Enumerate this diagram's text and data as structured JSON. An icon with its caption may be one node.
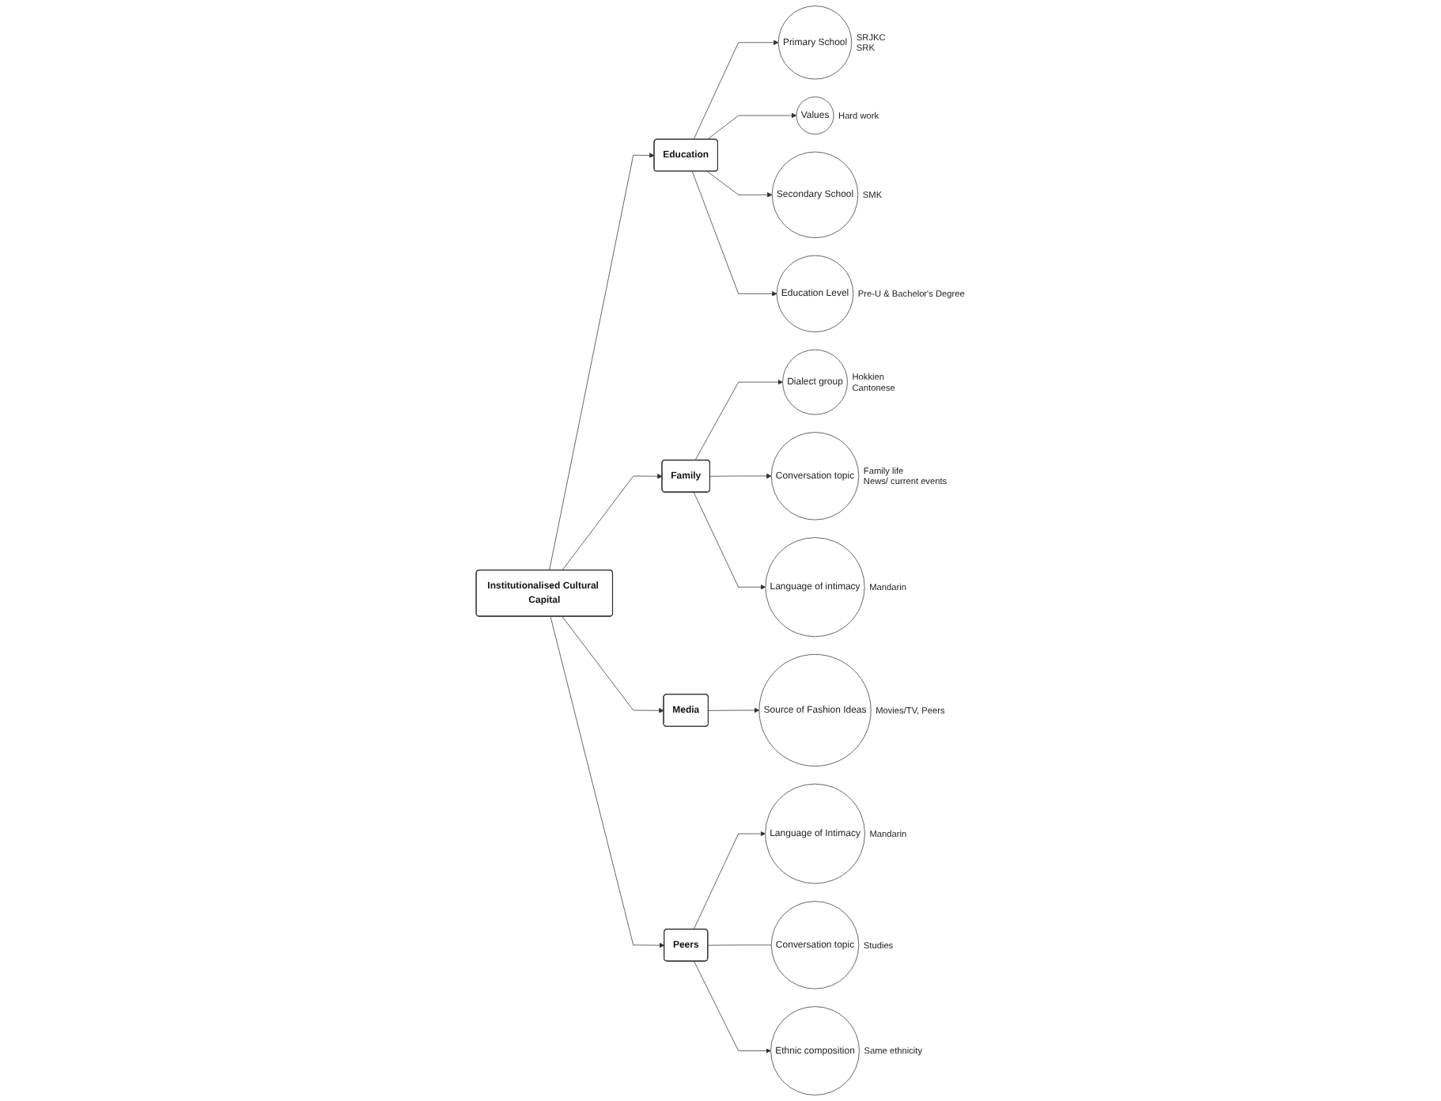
{
  "diagram": {
    "nodes": [
      {
        "text": [
          "Institutionalised Cultural Capital"
        ]
      },
      {
        "text": [
          "Education"
        ]
      },
      {
        "text": [
          "Primary School"
        ],
        "beside": [
          "SRJKC",
          "SRK"
        ]
      },
      {
        "text": [
          "Values"
        ],
        "beside": [
          "Hard work"
        ]
      },
      {
        "text": [
          "Secondary School"
        ],
        "beside": [
          "SMK"
        ]
      },
      {
        "text": [
          "Education Level"
        ],
        "beside": [
          "Pre-U & Bachelor's Degree"
        ]
      },
      {
        "text": [
          "Family"
        ]
      },
      {
        "text": [
          "Dialect group"
        ],
        "beside": [
          "Hokkien",
          "Cantonese"
        ]
      },
      {
        "text": [
          "Conversation topic"
        ],
        "beside": [
          "Family life",
          "News/ current events"
        ]
      },
      {
        "text": [
          "Language of intimacy"
        ],
        "beside": [
          "Mandarin"
        ]
      },
      {
        "text": [
          "Media"
        ]
      },
      {
        "text": [
          "Source of Fashion Ideas"
        ],
        "beside": [
          "Movies/TV, Peers"
        ]
      },
      {
        "text": [
          "Peers"
        ]
      },
      {
        "text": [
          "Language of Intimacy"
        ],
        "beside": [
          "Mandarin"
        ]
      },
      {
        "text": [
          "Conversation topic"
        ],
        "beside": [
          "Studies"
        ]
      },
      {
        "text": [
          "Ethnic composition"
        ],
        "beside": [
          "Same ethnicity"
        ]
      }
    ],
    "edges": [
      {
        "from": 0,
        "to": 1,
        "arrow": "to"
      },
      {
        "from": 1,
        "to": 2,
        "arrow": "to"
      },
      {
        "from": 1,
        "to": 3,
        "arrow": "to"
      },
      {
        "from": 1,
        "to": 4,
        "arrow": "to"
      },
      {
        "from": 1,
        "to": 5,
        "arrow": "to"
      },
      {
        "from": 0,
        "to": 6,
        "arrow": "to"
      },
      {
        "from": 6,
        "to": 7,
        "arrow": "to"
      },
      {
        "from": 6,
        "to": 8,
        "arrow": "to"
      },
      {
        "from": 6,
        "to": 9,
        "arrow": "to"
      },
      {
        "from": 0,
        "to": 10,
        "arrow": "to"
      },
      {
        "from": 10,
        "to": 11,
        "arrow": "to"
      },
      {
        "from": 0,
        "to": 12,
        "arrow": "to"
      },
      {
        "from": 12,
        "to": 13,
        "arrow": "to"
      },
      {
        "from": 12,
        "to": 14,
        "arrow": "none"
      },
      {
        "from": 12,
        "to": 15,
        "arrow": "to"
      }
    ]
  }
}
